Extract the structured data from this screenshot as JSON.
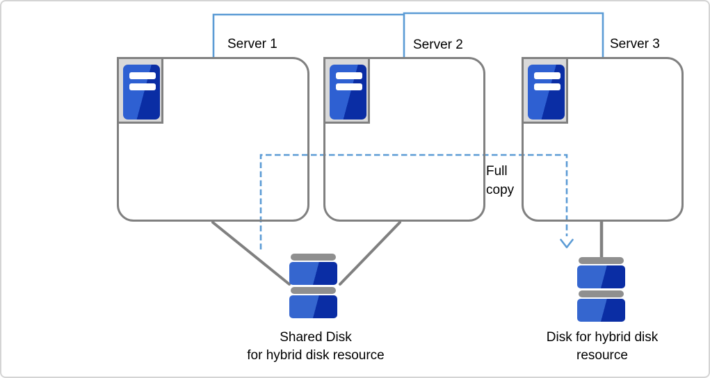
{
  "canvas": {
    "background": "#ffffff",
    "border_color": "#d4d4d4"
  },
  "colors": {
    "accent_blue": "#5b9bd5",
    "connector_gray": "#808080",
    "icon_frame_fill": "#d9d9d9",
    "icon_frame_border": "#808080",
    "tower_blue_light": "#2e60d2",
    "tower_blue_dark": "#0a2da4",
    "disk_blue_light": "#3566cf",
    "disk_blue_dark": "#0a2da4",
    "disk_platter_gray": "#8f8f8f",
    "text_color": "#000000"
  },
  "servers": [
    {
      "label": "Server 1",
      "icon": "server-tower-icon"
    },
    {
      "label": "Server 2",
      "icon": "server-tower-icon"
    },
    {
      "label": "Server 3",
      "icon": "server-tower-icon"
    }
  ],
  "annotations": {
    "full_copy": "Full copy"
  },
  "disks": {
    "shared": {
      "icon": "stacked-disks-icon",
      "label_line1": "Shared Disk",
      "label_line2": "for hybrid disk resource"
    },
    "hybrid": {
      "icon": "stacked-disks-icon",
      "label_line1": "Disk for hybrid disk",
      "label_line2": "resource"
    }
  }
}
